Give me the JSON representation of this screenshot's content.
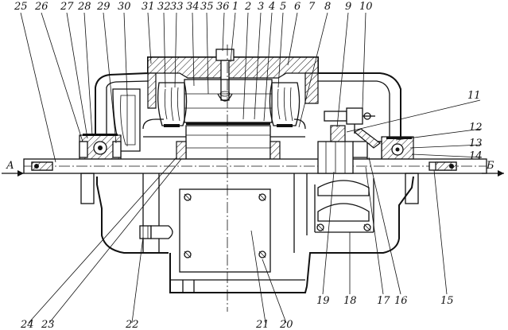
{
  "section_marks": {
    "left": "А",
    "right": "Б"
  },
  "callouts": [
    "1",
    "2",
    "3",
    "4",
    "5",
    "6",
    "7",
    "8",
    "9",
    "10",
    "11",
    "12",
    "13",
    "14",
    "15",
    "16",
    "17",
    "18",
    "19",
    "20",
    "21",
    "22",
    "23",
    "24",
    "25",
    "26",
    "27",
    "28",
    "29",
    "30",
    "31",
    "32",
    "33",
    "34",
    "35",
    "36"
  ]
}
